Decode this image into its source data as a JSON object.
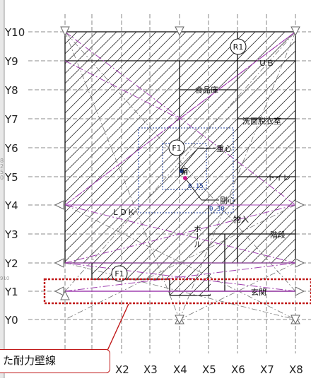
{
  "y_axis": [
    "Y10",
    "Y9",
    "Y8",
    "Y7",
    "Y6",
    "Y5",
    "Y4",
    "Y3",
    "Y2",
    "Y1",
    "Y0"
  ],
  "x_axis": [
    "X2",
    "X3",
    "X4",
    "X5",
    "X6",
    "X7",
    "X8"
  ],
  "side_ruler": [
    "8",
    "2",
    "5",
    "0",
    "910"
  ],
  "rooms": {
    "ub": "ＵＢ",
    "pantry": "食品庫",
    "washroom": "洗面脱衣室",
    "toilet": "トイレ",
    "ldk": "ＬＤＫ",
    "storage": "物入",
    "stairs": "階段",
    "hall": "ホール",
    "entrance": "玄関"
  },
  "markers": {
    "upper_right": "R1",
    "center": "F1",
    "lower_left": "F1",
    "weight_center": "重心",
    "rigidity_center": "剛心",
    "partial": "偏"
  },
  "values": {
    "ratio_a": "0.15",
    "ratio_b": "0.30"
  },
  "callout": {
    "text": "た耐力壁線"
  },
  "colors": {
    "accent": "#c01818",
    "brace": "#a040b0",
    "grid": "#444444",
    "blue": "#1a3a9a"
  }
}
